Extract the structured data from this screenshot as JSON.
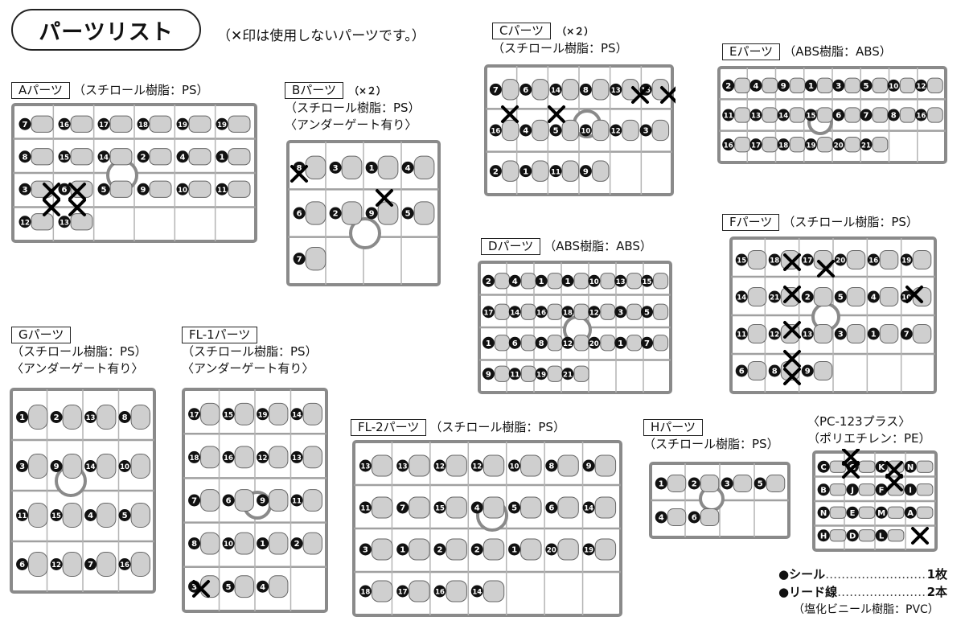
{
  "header": {
    "title": "パーツリスト",
    "note": "（✕印は使用しないパーツです。）"
  },
  "sprues": {
    "A": {
      "name": "Aパーツ",
      "material": "（スチロール樹脂：PS）",
      "numbers": [
        "7",
        "16",
        "17",
        "18",
        "19",
        "19",
        "8",
        "15",
        "14",
        "2",
        "4",
        "1",
        "3",
        "6",
        "5",
        "9",
        "10",
        "11",
        "12",
        "13"
      ]
    },
    "B": {
      "name": "Bパーツ",
      "mult": "（×２）",
      "material": "（スチロール樹脂：PS）",
      "gate": "〈アンダーゲート有り〉",
      "numbers": [
        "8",
        "3",
        "1",
        "4",
        "6",
        "2",
        "9",
        "5",
        "7"
      ]
    },
    "C": {
      "name": "Cパーツ",
      "mult": "（×２）",
      "material": "（スチロール樹脂：PS）",
      "numbers": [
        "7",
        "6",
        "14",
        "8",
        "13",
        "15",
        "16",
        "4",
        "5",
        "10",
        "12",
        "3",
        "2",
        "1",
        "11",
        "9"
      ]
    },
    "D": {
      "name": "Dパーツ",
      "material": "（ABS樹脂：ABS）",
      "numbers": [
        "2",
        "4",
        "1",
        "1",
        "10",
        "13",
        "15",
        "17",
        "14",
        "16",
        "18",
        "12",
        "3",
        "5",
        "1",
        "6",
        "8",
        "12",
        "20",
        "1",
        "7",
        "9",
        "11",
        "19",
        "21"
      ]
    },
    "E": {
      "name": "Eパーツ",
      "material": "（ABS樹脂：ABS）",
      "numbers": [
        "2",
        "4",
        "9",
        "1",
        "3",
        "5",
        "10",
        "12",
        "11",
        "13",
        "14",
        "15",
        "6",
        "7",
        "8",
        "16",
        "16",
        "17",
        "18",
        "19",
        "20",
        "21"
      ]
    },
    "F": {
      "name": "Fパーツ",
      "material": "（スチロール樹脂：PS）",
      "numbers": [
        "15",
        "18",
        "17",
        "20",
        "16",
        "19",
        "14",
        "21",
        "2",
        "5",
        "4",
        "10",
        "11",
        "12",
        "13",
        "3",
        "1",
        "7",
        "6",
        "8",
        "9"
      ]
    },
    "G": {
      "name": "Gパーツ",
      "material": "（スチロール樹脂：PS）",
      "gate": "〈アンダーゲート有り〉",
      "numbers": [
        "1",
        "2",
        "13",
        "8",
        "3",
        "9",
        "14",
        "10",
        "11",
        "15",
        "4",
        "5",
        "6",
        "12",
        "7",
        "16"
      ]
    },
    "FL1": {
      "name": "FL-1パーツ",
      "material": "（スチロール樹脂：PS）",
      "gate": "〈アンダーゲート有り〉",
      "numbers": [
        "17",
        "15",
        "19",
        "14",
        "18",
        "16",
        "12",
        "13",
        "7",
        "6",
        "9",
        "11",
        "8",
        "10",
        "1",
        "2",
        "3",
        "5",
        "4"
      ]
    },
    "FL2": {
      "name": "FL-2パーツ",
      "material": "（スチロール樹脂：PS）",
      "numbers": [
        "13",
        "13",
        "12",
        "12",
        "10",
        "8",
        "9",
        "11",
        "7",
        "15",
        "4",
        "5",
        "6",
        "14",
        "3",
        "1",
        "2",
        "2",
        "1",
        "20",
        "19",
        "18",
        "17",
        "16",
        "14"
      ]
    },
    "H": {
      "name": "Hパーツ",
      "material": "（スチロール樹脂：PS）",
      "numbers": [
        "1",
        "2",
        "3",
        "5",
        "4",
        "6"
      ]
    },
    "PC": {
      "name": "〈PC-123プラス〉",
      "material": "（ポリエチレン：PE）",
      "numbers": [
        "C",
        "G",
        "K",
        "N",
        "B",
        "J",
        "F",
        "I",
        "N",
        "E",
        "M",
        "A",
        "H",
        "D",
        "L"
      ]
    }
  },
  "extras": [
    {
      "name": "●シール",
      "dots": "……………………………………",
      "qty": "1枚"
    },
    {
      "name": "●リード線",
      "dots": "……………………………………",
      "qty": "2本"
    }
  ],
  "extras_tail": "（塩化ビニール樹脂：PVC）"
}
